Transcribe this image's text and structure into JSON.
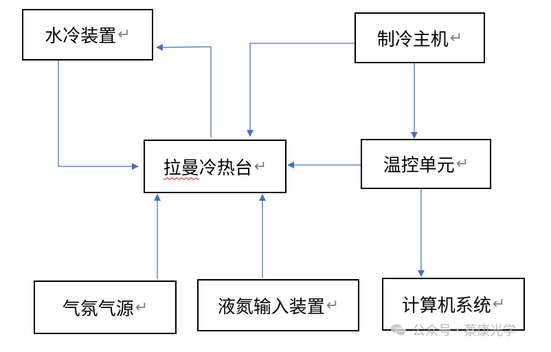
{
  "colors": {
    "arrow": "#4472C4",
    "border": "#000000",
    "return_mark": "#7F7F7F",
    "watermark": "#B3B3B3"
  },
  "boxes": {
    "water_cooling": "水冷装置",
    "refrigeration_host": "制冷主机",
    "raman_stage_a": "拉曼",
    "raman_stage_b": "冷热台",
    "temp_control": "温控单元",
    "argon_source": "气氛气源",
    "liquid_nitrogen": "液氮输入装置",
    "computer_system": "计算机系统"
  },
  "return_mark": "↵",
  "watermark": {
    "icon": "wechat-icon",
    "text": "公众号 · 蔡康光学"
  }
}
